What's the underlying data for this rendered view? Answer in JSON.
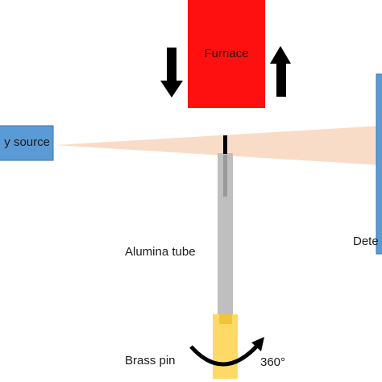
{
  "labels": {
    "source": "y source",
    "furnace": "Furnace",
    "detector": "Dete",
    "tube": "Alumina tube",
    "pin": "Brass pin",
    "rotation": "360°"
  },
  "colors": {
    "source_box": "#5b9bd5",
    "source_border": "#3d72a6",
    "furnace": "#ff1010",
    "beam": "#f9dcc8",
    "tube": "#bfbfbf",
    "tube_inner": "#9a9a9a",
    "pin": "#ffd966",
    "pin_dark": "#f2c43a",
    "arrow": "#000000"
  },
  "icons": {
    "furnace_down": "arrow-down-icon",
    "furnace_up": "arrow-up-icon",
    "rotation": "rotation-arrow-icon"
  }
}
